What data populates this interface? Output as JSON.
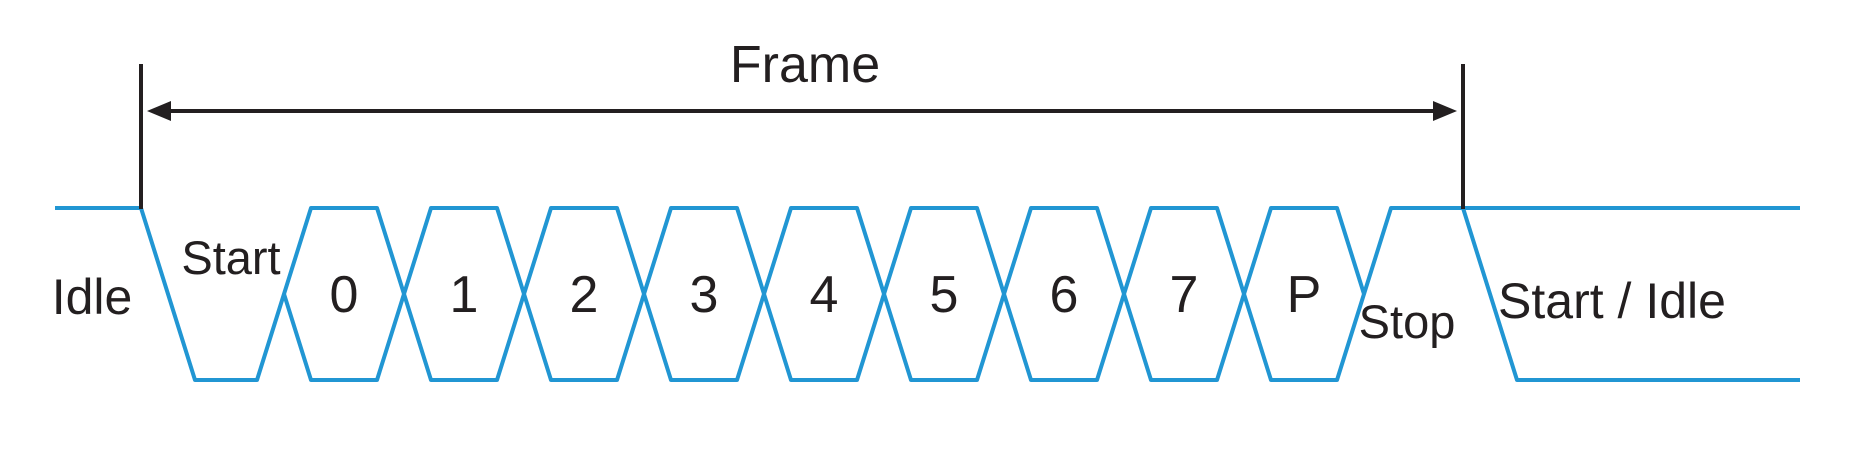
{
  "diagram": {
    "frame_annotation": {
      "label": "Frame"
    },
    "signal": {
      "idle_label": "Idle",
      "start_label": "Start",
      "bits": [
        "0",
        "1",
        "2",
        "3",
        "4",
        "5",
        "6",
        "7",
        "P"
      ],
      "stop_label": "Stop",
      "tail_label": "Start / Idle"
    },
    "colors": {
      "signal": "#2196d3",
      "ink": "#231f20",
      "background": "#ffffff"
    }
  }
}
